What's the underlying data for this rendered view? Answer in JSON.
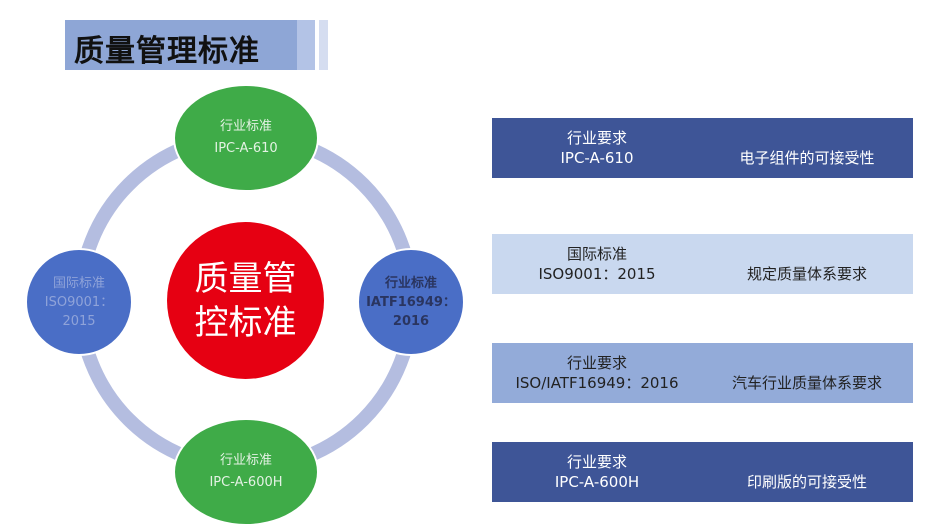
{
  "title": "质量管理标准",
  "center": {
    "line1": "质量管",
    "line2": "控标准"
  },
  "nodes": {
    "top": {
      "category": "行业标准",
      "code": "IPC-A-610"
    },
    "right": {
      "category": "行业标准",
      "code_line1": "IATF16949：",
      "code_line2": "2016"
    },
    "bottom": {
      "category": "行业标准",
      "code": "IPC-A-600H"
    },
    "left": {
      "category": "国际标准",
      "code_line1": "ISO9001：",
      "code_line2": "2015"
    }
  },
  "boxes": [
    {
      "category": "行业要求",
      "code": "IPC-A-610",
      "description": "电子组件的可接受性",
      "bg": "#3e5597",
      "color": "#ffffff"
    },
    {
      "category": "国际标准",
      "code": "ISO9001：2015",
      "description": "规定质量体系要求",
      "bg": "#c9d8ef",
      "color": "#222222"
    },
    {
      "category": "行业要求",
      "code": "ISO/IATF16949：2016",
      "description": "汽车行业质量体系要求",
      "bg": "#93abd9",
      "color": "#222222"
    },
    {
      "category": "行业要求",
      "code": "IPC-A-600H",
      "description": "印刷版的可接受性",
      "bg": "#3e5597",
      "color": "#ffffff"
    }
  ]
}
